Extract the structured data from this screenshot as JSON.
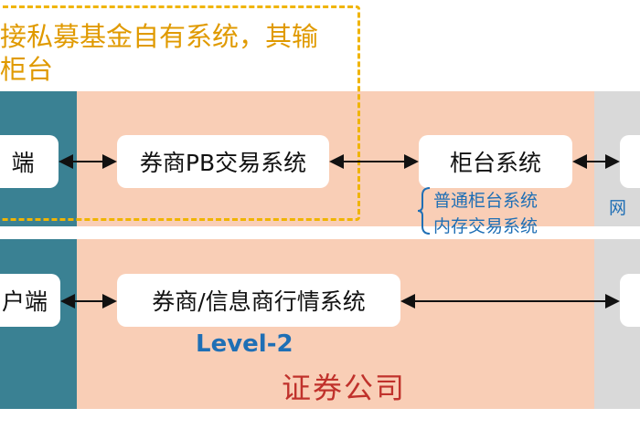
{
  "callout": {
    "line1": "接私募基金自有系统，其输",
    "line2": "柜台"
  },
  "row1": {
    "client_box": "端",
    "pb_box": "券商PB交易系统",
    "counter_box": "柜台系统",
    "counter_notes": [
      "普通柜台系统",
      "内存交易系统"
    ],
    "right_fragment": "网"
  },
  "row2": {
    "client_box": "户端",
    "market_box": "券商/信息商行情系统",
    "level_label": "Level-2"
  },
  "company_label": "证券公司",
  "colors": {
    "teal": "#3a8193",
    "peach": "#f9ceb6",
    "grey": "#d9d9d9",
    "callout": "#e09a00",
    "blue": "#1f6fb5",
    "red": "#c0312b"
  }
}
